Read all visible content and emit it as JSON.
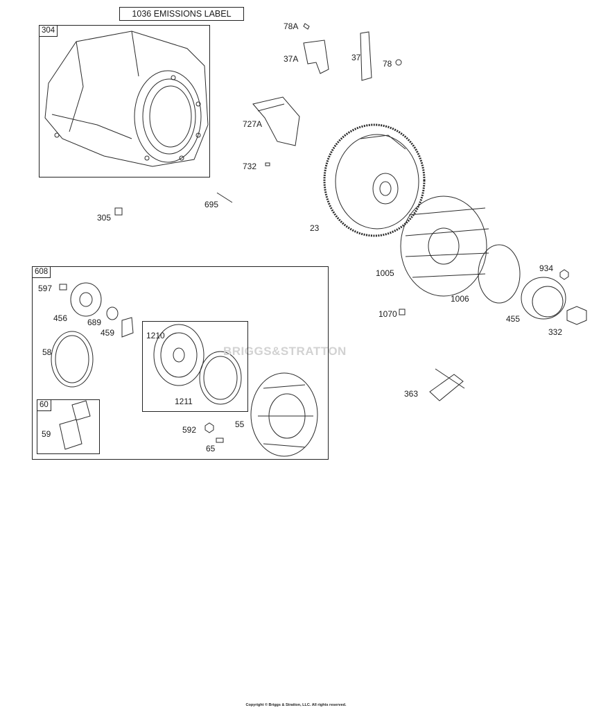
{
  "header": {
    "emissions_label": "1036 EMISSIONS LABEL"
  },
  "assemblies": {
    "housing": "304",
    "starter": "608",
    "pulley_assembly": "1210",
    "handle_assembly": "60"
  },
  "callouts": {
    "p78A": "78A",
    "p37A": "37A",
    "p37": "37",
    "p78": "78",
    "p727A": "727A",
    "p732": "732",
    "p695": "695",
    "p305": "305",
    "p23": "23",
    "p1005": "1005",
    "p1006": "1006",
    "p934": "934",
    "p1070": "1070",
    "p455": "455",
    "p332": "332",
    "p363": "363",
    "p597": "597",
    "p456": "456",
    "p689": "689",
    "p459": "459",
    "p58": "58",
    "p1210": "1210",
    "p1211": "1211",
    "p59": "59",
    "p592": "592",
    "p55": "55",
    "p65": "65"
  },
  "watermark": "BRIGGS&STRATTON",
  "footer": "Copyright © Briggs & Stratton, LLC. All rights reserved."
}
